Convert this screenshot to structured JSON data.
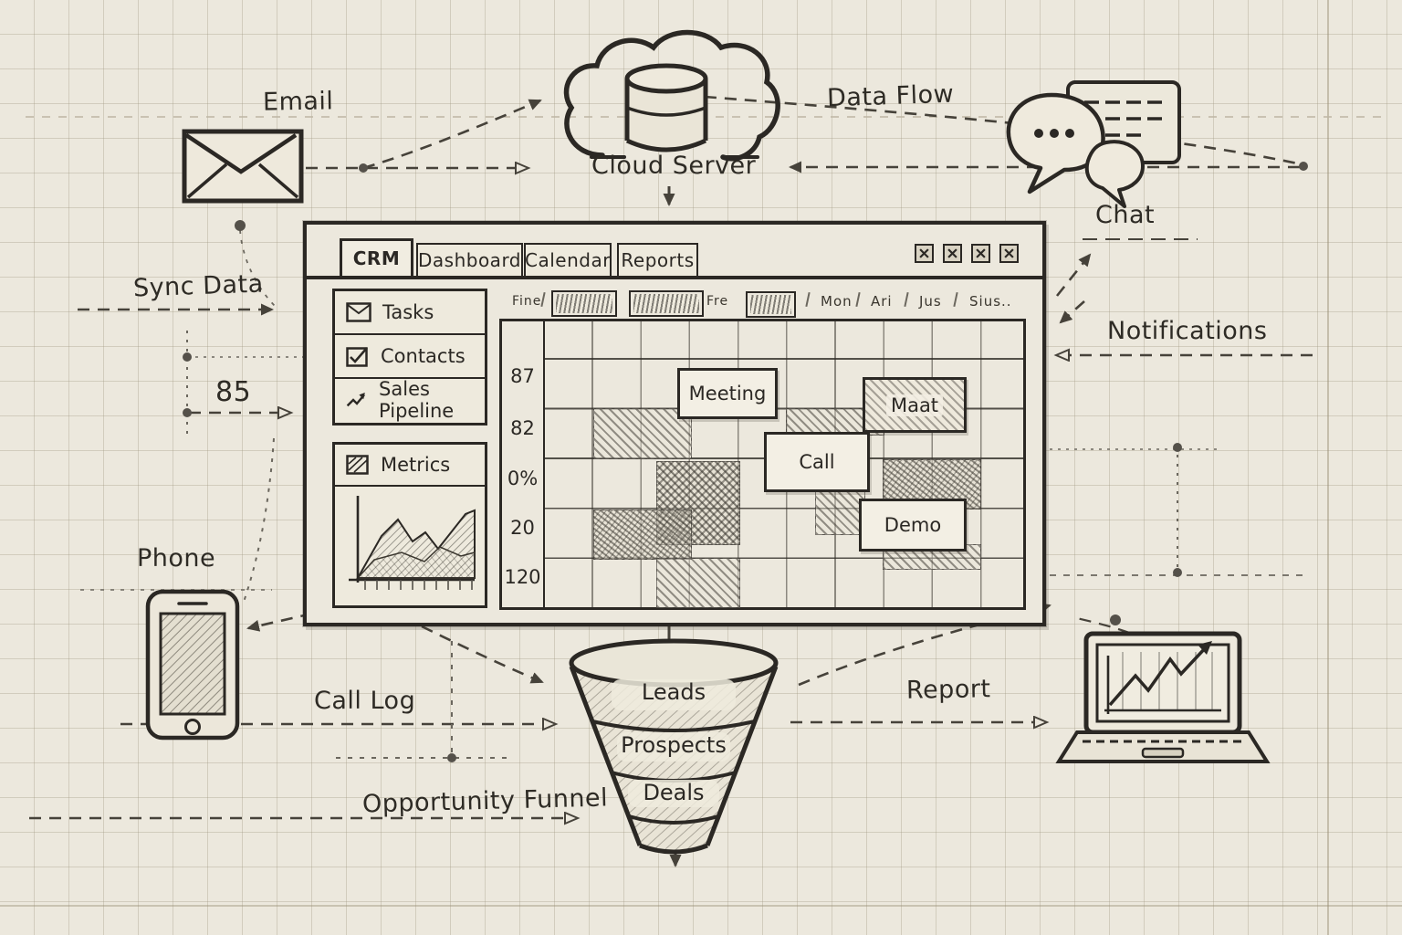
{
  "colors": {
    "paper": "#ece8dd",
    "ink": "#2b2824",
    "pencil": "#6b675e"
  },
  "labels": {
    "email": "Email",
    "cloud_server": "Cloud Server",
    "data_flow": "Data Flow",
    "chat": "Chat",
    "sync_data": "Sync Data",
    "dim_85": "85",
    "notifications": "Notifications",
    "phone": "Phone",
    "call_log": "Call Log",
    "opportunity_funnel": "Opportunity Funnel",
    "report": "Report"
  },
  "window": {
    "tabs": [
      {
        "label": "CRM",
        "active": true
      },
      {
        "label": "Dashboard",
        "active": false
      },
      {
        "label": "Calendar",
        "active": false
      },
      {
        "label": "Reports",
        "active": false
      }
    ],
    "controls": [
      {
        "icon": "x-box-icon"
      },
      {
        "icon": "x-box-icon"
      },
      {
        "icon": "x-box-icon"
      },
      {
        "icon": "x-box-icon"
      }
    ],
    "sidebar": {
      "items": [
        {
          "icon": "envelope-icon",
          "label": "Tasks"
        },
        {
          "icon": "checkbox-icon",
          "label": "Contacts"
        },
        {
          "icon": "trend-arrow-icon",
          "label": "Sales Pipeline"
        }
      ],
      "metrics_label": "Metrics"
    },
    "calendar": {
      "toolbar": {
        "fine_label": "Fine",
        "fre_label": "Fre",
        "days": [
          "Mon",
          "Ari",
          "Jus",
          "Sius.."
        ]
      },
      "row_labels": [
        "87",
        "82",
        "0%",
        "20",
        "120"
      ],
      "events": [
        {
          "label": "Meeting",
          "style": "plain"
        },
        {
          "label": "Maat",
          "style": "hatched"
        },
        {
          "label": "Call",
          "style": "plain"
        },
        {
          "label": "Demo",
          "style": "plain"
        }
      ]
    }
  },
  "funnel": {
    "stages": [
      "Leads",
      "Prospects",
      "Deals"
    ]
  }
}
